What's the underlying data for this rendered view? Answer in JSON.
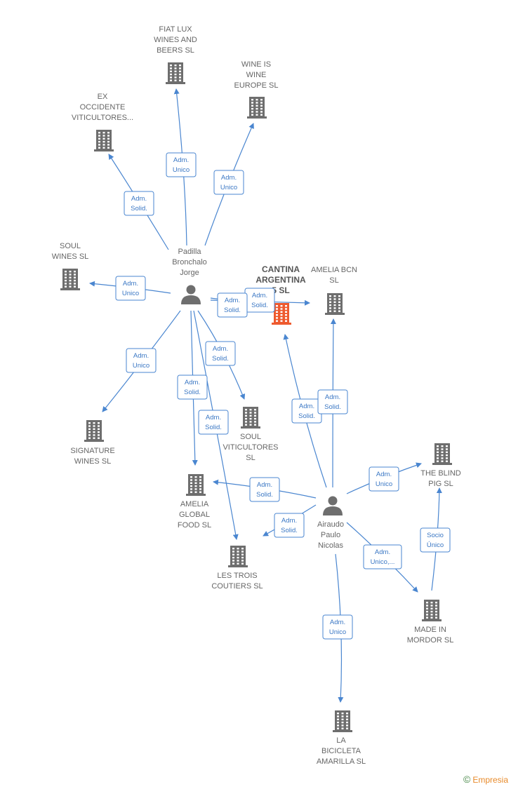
{
  "colors": {
    "building": "#6e6e6e",
    "focus_building": "#ee5a2f",
    "person": "#6e6e6e",
    "edge": "#4a86d0",
    "edge_text": "#3a77c4"
  },
  "nodes": [
    {
      "id": "padilla",
      "kind": "person",
      "label": [
        "Padilla",
        "Bronchalo",
        "Jorge"
      ]
    },
    {
      "id": "airaudo",
      "kind": "person",
      "label": [
        "Airaudo",
        "Paulo",
        "Nicolas"
      ]
    },
    {
      "id": "cantina",
      "kind": "company-focus",
      "label": [
        "CANTINA",
        "ARGENTINA",
        "5  SL"
      ]
    },
    {
      "id": "fiatlux",
      "kind": "company",
      "label": [
        "FIAT LUX",
        "WINES AND",
        "BEERS  SL"
      ]
    },
    {
      "id": "wineis",
      "kind": "company",
      "label": [
        "WINE IS",
        "WINE",
        "EUROPE  SL"
      ]
    },
    {
      "id": "exocc",
      "kind": "company",
      "label": [
        "EX",
        "OCCIDENTE",
        "VITICULTORES..."
      ]
    },
    {
      "id": "soulwines",
      "kind": "company",
      "label": [
        "SOUL",
        "WINES  SL"
      ]
    },
    {
      "id": "ameliabcn",
      "kind": "company",
      "label": [
        "AMELIA BCN",
        "SL"
      ]
    },
    {
      "id": "signature",
      "kind": "company",
      "label": [
        "SIGNATURE",
        "WINES SL"
      ]
    },
    {
      "id": "soulvit",
      "kind": "company",
      "label": [
        "SOUL",
        "VITICULTORES",
        "SL"
      ]
    },
    {
      "id": "ameliaglobal",
      "kind": "company",
      "label": [
        "AMELIA",
        "GLOBAL",
        "FOOD  SL"
      ]
    },
    {
      "id": "lestrois",
      "kind": "company",
      "label": [
        "LES TROIS",
        "COUTIERS  SL"
      ]
    },
    {
      "id": "blindpig",
      "kind": "company",
      "label": [
        "THE BLIND",
        "PIG  SL"
      ]
    },
    {
      "id": "madein",
      "kind": "company",
      "label": [
        "MADE IN",
        "MORDOR  SL"
      ]
    },
    {
      "id": "bicicleta",
      "kind": "company",
      "label": [
        "LA",
        "BICICLETA",
        "AMARILLA  SL"
      ]
    }
  ],
  "edges": [
    {
      "from": "padilla",
      "to": "fiatlux",
      "label": [
        "Adm.",
        "Unico"
      ]
    },
    {
      "from": "padilla",
      "to": "wineis",
      "label": [
        "Adm.",
        "Unico"
      ]
    },
    {
      "from": "padilla",
      "to": "exocc",
      "label": [
        "Adm.",
        "Solid."
      ]
    },
    {
      "from": "padilla",
      "to": "soulwines",
      "label": [
        "Adm.",
        "Unico"
      ]
    },
    {
      "from": "padilla",
      "to": "ameliabcn",
      "label": [
        "Adm.",
        "Solid."
      ]
    },
    {
      "from": "padilla",
      "to": "cantina",
      "label": [
        "Adm.",
        "Solid."
      ]
    },
    {
      "from": "padilla",
      "to": "signature",
      "label": [
        "Adm.",
        "Unico"
      ]
    },
    {
      "from": "padilla",
      "to": "soulvit",
      "label": [
        "Adm.",
        "Solid."
      ]
    },
    {
      "from": "padilla",
      "to": "ameliaglobal",
      "label": [
        "Adm.",
        "Solid."
      ]
    },
    {
      "from": "padilla",
      "to": "lestrois",
      "label": [
        "Adm.",
        "Solid."
      ]
    },
    {
      "from": "airaudo",
      "to": "cantina",
      "label": [
        "Adm.",
        "Solid."
      ]
    },
    {
      "from": "airaudo",
      "to": "ameliabcn",
      "label": [
        "Adm.",
        "Solid."
      ]
    },
    {
      "from": "airaudo",
      "to": "blindpig",
      "label": [
        "Adm.",
        "Unico"
      ]
    },
    {
      "from": "airaudo",
      "to": "ameliaglobal",
      "label": [
        "Adm.",
        "Solid."
      ]
    },
    {
      "from": "airaudo",
      "to": "lestrois",
      "label": [
        "Adm.",
        "Solid."
      ]
    },
    {
      "from": "airaudo",
      "to": "madein",
      "label": [
        "Adm.",
        "Unico,..."
      ]
    },
    {
      "from": "airaudo",
      "to": "bicicleta",
      "label": [
        "Adm.",
        "Unico"
      ]
    },
    {
      "from": "madein",
      "to": "blindpig",
      "label": [
        "Socio",
        "Único"
      ]
    }
  ],
  "footer": {
    "copyright": "©",
    "brand": "Empresia"
  }
}
